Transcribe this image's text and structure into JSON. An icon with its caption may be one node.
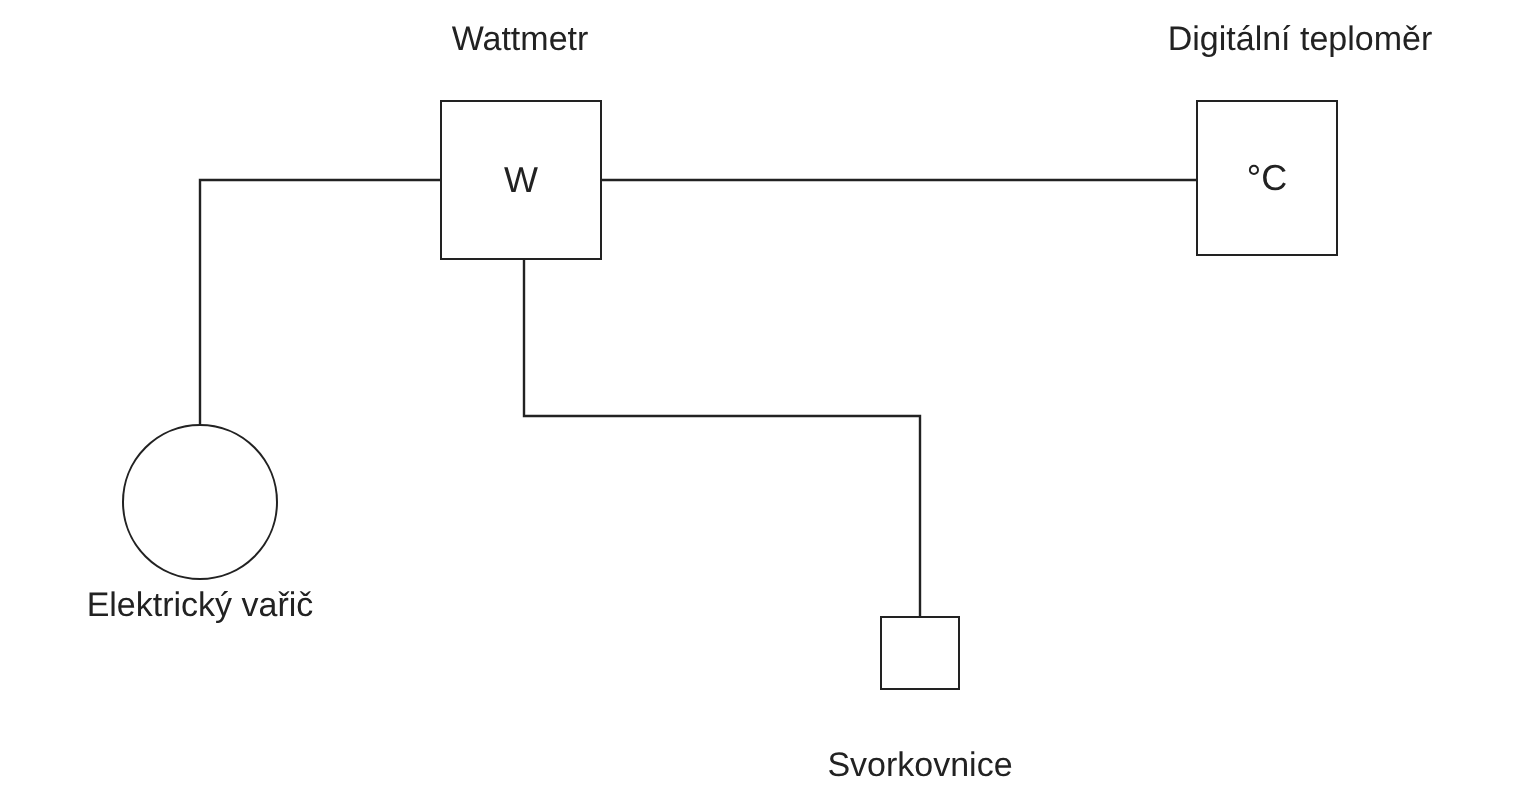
{
  "diagram": {
    "nodes": [
      {
        "text": [
          "Wattmetr",
          "W"
        ]
      },
      {
        "text": [
          "Digitální teploměr",
          "°C"
        ]
      },
      {
        "text": [],
        "shape": "circle",
        "beside": [
          "Elektrický vařič"
        ]
      },
      {
        "text": [],
        "shape": "box",
        "beside": [
          "Svorkovnice"
        ]
      }
    ],
    "edges": [
      {
        "from": 0,
        "to": 1,
        "arrow": "none"
      },
      {
        "from": 0,
        "to": 2,
        "arrow": "none"
      },
      {
        "from": 0,
        "to": 3,
        "arrow": "none"
      }
    ]
  }
}
